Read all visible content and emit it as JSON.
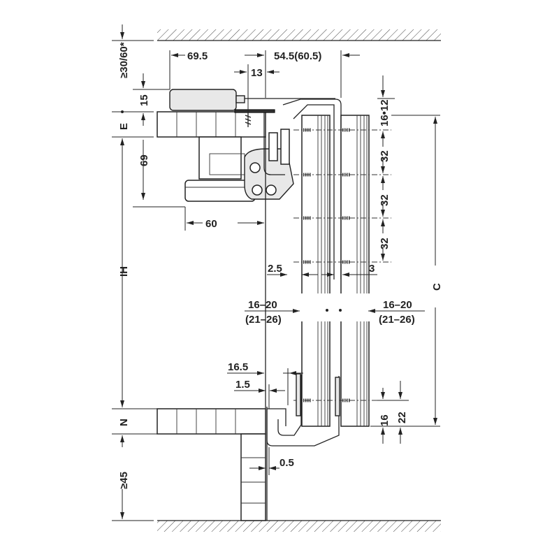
{
  "diagram": {
    "left_labels": {
      "top_gap": "≥30/60*",
      "lid_thickness": "15",
      "e_label": "E",
      "height_69": "69",
      "ih_label": "IH",
      "n_label": "N",
      "bottom_gap": "≥45"
    },
    "top_labels": {
      "dim_69_5": "69.5",
      "dim_13": "13",
      "dim_54_5": "54.5(60.5)",
      "dim_60": "60"
    },
    "right_labels": {
      "dim_16_12": "16•12",
      "pitch_1": "32",
      "pitch_2": "32",
      "pitch_3": "32",
      "c_label": "C",
      "dim_16": "16",
      "dim_22": "22"
    },
    "middle_labels": {
      "dim_2_5": "2.5",
      "dim_3": "3",
      "left_range": "16–20",
      "left_range_alt": "(21–26)",
      "right_range": "16–20",
      "right_range_alt": "(21–26)",
      "dim_16_5": "16.5",
      "dim_1_5": "1.5",
      "dim_0_5": "0.5"
    }
  }
}
